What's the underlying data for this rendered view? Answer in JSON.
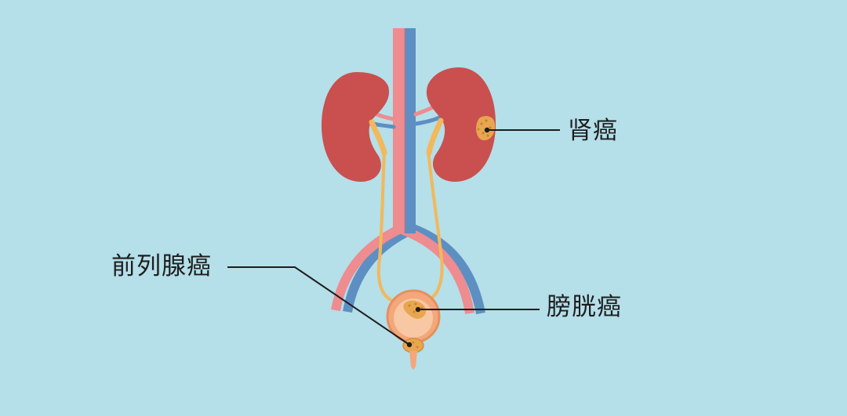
{
  "labels": {
    "kidney_cancer": "肾癌",
    "prostate_cancer": "前列腺癌",
    "bladder_cancer": "膀胱癌"
  },
  "colors": {
    "background": "#b5dfe9",
    "kidney": "#c9504e",
    "artery": "#ee8c8f",
    "vein": "#5d8fc3",
    "ureter": "#f2b85a",
    "bladder": "#f4a77a",
    "tumor": "#e7a64f",
    "leader_line": "#1d1d1d"
  }
}
